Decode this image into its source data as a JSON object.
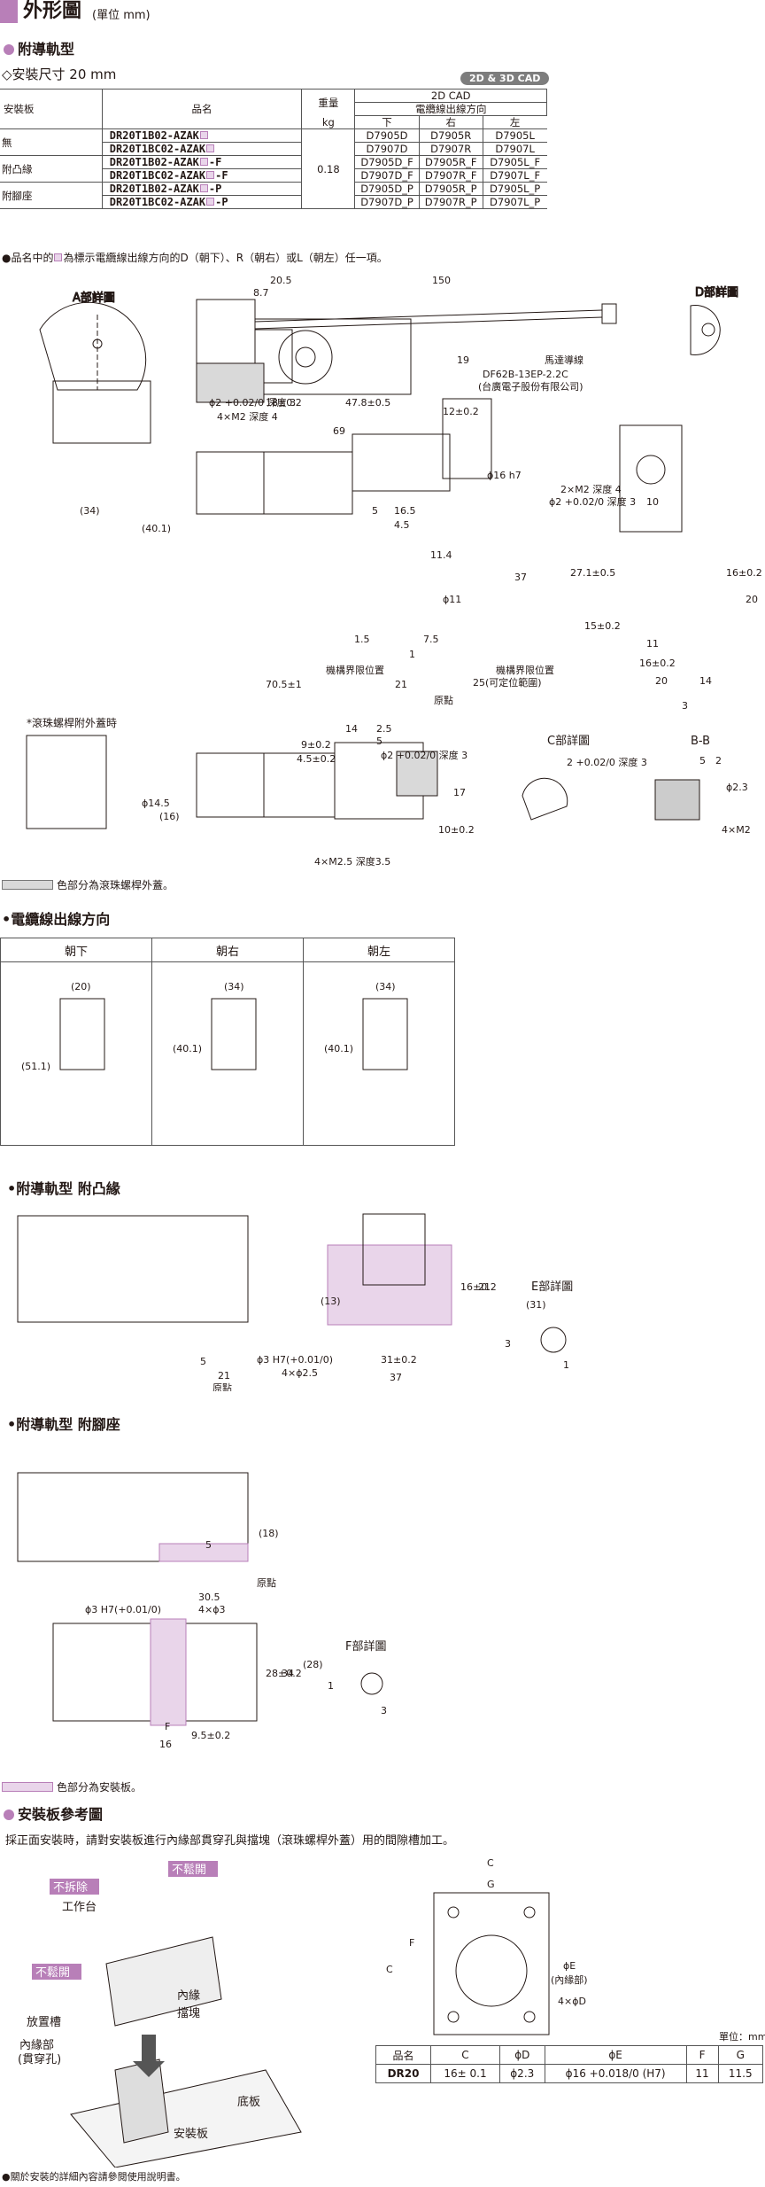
{
  "header": {
    "title": "外形圖",
    "unit": "(單位 mm)"
  },
  "sec_rail": {
    "title": "附導軌型",
    "pitch": "◇安裝尺寸 20 mm",
    "badge": "2D & 3D CAD"
  },
  "table": {
    "h_mount": "安裝板",
    "h_name": "品名",
    "h_weight": "重量",
    "h_kg": "kg",
    "h_cad": "2D CAD",
    "h_dir": "電纜線出線方向",
    "h_down": "下",
    "h_right": "右",
    "h_left": "左",
    "weight": "0.18",
    "groups": [
      {
        "mount": "無",
        "rows": [
          {
            "pre": "DR20T1B02-AZAK",
            "suf": "",
            "d": "D7905D",
            "r": "D7905R",
            "l": "D7905L"
          },
          {
            "pre": "DR20T1BC02-AZAK",
            "suf": "",
            "d": "D7907D",
            "r": "D7907R",
            "l": "D7907L"
          }
        ]
      },
      {
        "mount": "附凸緣",
        "rows": [
          {
            "pre": "DR20T1B02-AZAK",
            "suf": "-F",
            "d": "D7905D_F",
            "r": "D7905R_F",
            "l": "D7905L_F"
          },
          {
            "pre": "DR20T1BC02-AZAK",
            "suf": "-F",
            "d": "D7907D_F",
            "r": "D7907R_F",
            "l": "D7907L_F"
          }
        ]
      },
      {
        "mount": "附腳座",
        "rows": [
          {
            "pre": "DR20T1B02-AZAK",
            "suf": "-P",
            "d": "D7905D_P",
            "r": "D7905R_P",
            "l": "D7905L_P"
          },
          {
            "pre": "DR20T1BC02-AZAK",
            "suf": "-P",
            "d": "D7907D_P",
            "r": "D7907R_P",
            "l": "D7907L_P"
          }
        ]
      }
    ],
    "note_pre": "●品名中的",
    "note_post": "為標示電纜線出線方向的D（朝下）、R（朝右）或L（朝左）任一項。"
  },
  "drawing1": {
    "a_detail": "A部詳圖",
    "d_detail": "D部詳圖",
    "c_detail": "C部詳圖",
    "bb": "B-B",
    "motor_lead": "馬達導線",
    "connector": "DF62B-13EP-2.2C",
    "maker": "(台廣電子股份有限公司)",
    "d150": "150",
    "d205": "20.5",
    "d87": "8.7",
    "d69": "69",
    "d19": "19",
    "d12": "12±0.2",
    "d18": "18±0.2",
    "d478": "47.8±0.5",
    "hole2": "ϕ2 +0.02/0 深度 3",
    "m2": "4×M2 深度 4",
    "mech_limit": "機構界限位置",
    "origin": "原點",
    "adjustable": "25(可定位範圍)",
    "d705": "70.5±1",
    "d21": "21",
    "d15": "1.5",
    "d75": "7.5",
    "d1": "1",
    "d5": "5",
    "d165": "16.5",
    "d45": "4.5",
    "d16h7": "ϕ16 h7",
    "d114": "11.4",
    "d37": "37",
    "d11": "ϕ11",
    "d34": "(34)",
    "d401": "(40.1)",
    "m2b": "2×M2 深度 4",
    "hole2b": "ϕ2 +0.02/0 深度 3",
    "d10": "10",
    "d271": "27.1±0.5",
    "d16": "16±0.2",
    "d15b": "15±0.2",
    "d20": "20",
    "d14": "14",
    "d11b": "11",
    "d16b": "16±0.2",
    "d3": "3"
  },
  "cover": {
    "label": "*滾珠螺桿附外蓋時",
    "d145": "ϕ14.5",
    "d16p": "(16)",
    "d9": "9±0.2",
    "d45": "4.5±0.2",
    "d14": "14",
    "d25": "2.5",
    "d5": "5",
    "hole": "ϕ2 +0.02/0 深度 3",
    "m25": "4×M2.5 深度3.5",
    "d17": "17",
    "d10": "10±0.2",
    "c_hole": "2 +0.02/0 深度 3",
    "d52": "5",
    "d2": "2",
    "d23": "ϕ2.3",
    "m2": "4×M2",
    "legend": "色部分為滾珠螺桿外蓋。"
  },
  "cable": {
    "title": "電纜線出線方向",
    "down": "朝下",
    "right": "朝右",
    "left": "朝左",
    "d20": "(20)",
    "d34": "(34)",
    "d511": "(51.1)",
    "d401": "(40.1)"
  },
  "flange": {
    "title": "附導軌型 附凸緣",
    "d5": "5",
    "d21": "21",
    "origin": "原點",
    "d13": "(13)",
    "d16": "16±0.2",
    "d21b": "21",
    "h7": "ϕ3 H7(+0.01/0)",
    "d25": "4×ϕ2.5",
    "d31": "31±0.2",
    "d37": "37",
    "e_detail": "E部詳圖",
    "d31p": "(31)",
    "d3": "3",
    "d1": "1"
  },
  "foot": {
    "title": "附導軌型 附腳座",
    "d5": "5",
    "d18": "(18)",
    "h7": "ϕ3 H7(+0.01/0)",
    "d305": "30.5",
    "d3x4": "4×ϕ3",
    "origin": "原點",
    "d28": "28±0.2",
    "d34": "34",
    "d16": "16",
    "d95": "9.5±0.2",
    "f": "F",
    "f_detail": "F部詳圖",
    "d28p": "(28)",
    "d3": "3",
    "d1": "1",
    "legend": "色部分為安裝板。"
  },
  "plate": {
    "title": "安裝板參考圖",
    "desc": "採正面安裝時，請對安裝板進行內緣部貫穿孔與擋塊（滾珠螺桿外蓋）用的間隙槽加工。",
    "no_loosen": "不鬆開",
    "no_remove": "不拆除",
    "worktable": "工作台",
    "inner": "內緣",
    "stopper": "擋塊",
    "slot": "放置槽",
    "inner_hole": "內緣部",
    "inner_hole2": "(貫穿孔)",
    "base": "底板",
    "mount_plate": "安裝板",
    "no_loosen2": "不鬆開",
    "c": "C",
    "g": "G",
    "f": "F",
    "phi_e": "ϕE",
    "inner2": "(內緣部)",
    "phi_d": "4×ϕD",
    "unit": "單位：mm",
    "cols": [
      "品名",
      "C",
      "ϕD",
      "ϕE",
      "F",
      "G"
    ],
    "row": [
      "DR20",
      "16± 0.1",
      "ϕ2.3",
      "ϕ16 +0.018/0 (H7)",
      "11",
      "11.5"
    ],
    "footnote": "●關於安裝的詳細內容請參閱使用說明書。"
  },
  "colors": {
    "accent": "#b87fb8",
    "accent_light": "#e9d5ea",
    "gray_fill": "#d9d9d9"
  }
}
